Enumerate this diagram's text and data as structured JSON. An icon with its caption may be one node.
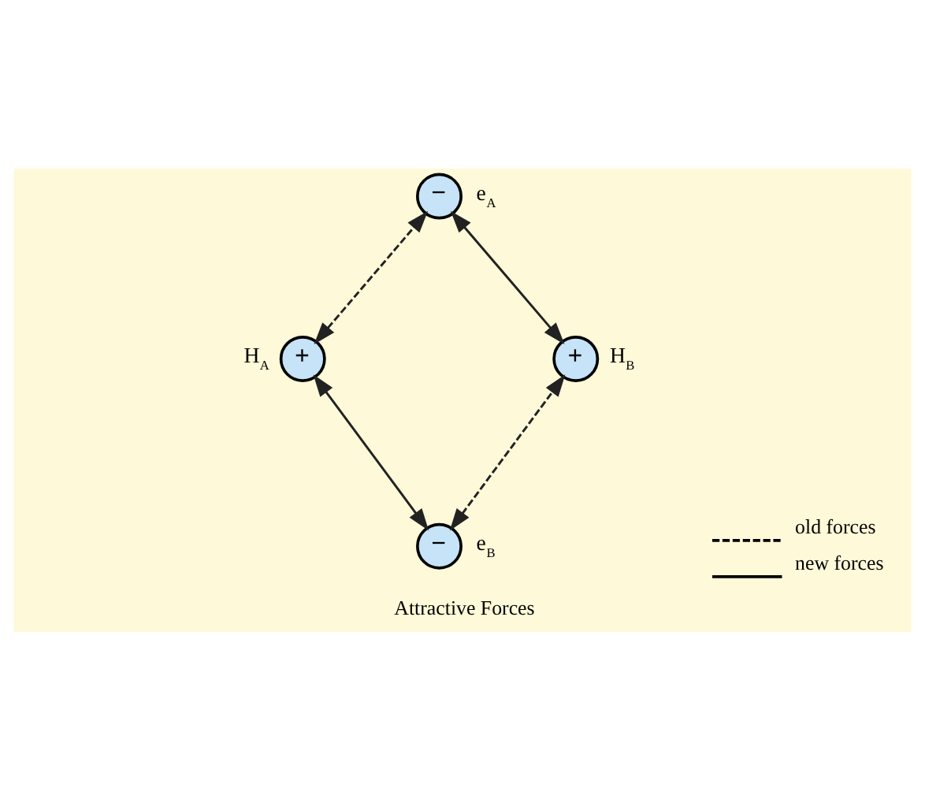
{
  "diagram": {
    "caption": "Attractive Forces",
    "nodes": [
      {
        "text": [
          "−"
        ],
        "beside": [
          "e$_{A}$"
        ]
      },
      {
        "text": [
          "+"
        ],
        "beside": [
          "H$_{A}$"
        ]
      },
      {
        "text": [
          "+"
        ],
        "beside": [
          "H$_{B}$"
        ]
      },
      {
        "text": [
          "−"
        ],
        "beside": [
          "e$_{B}$"
        ]
      }
    ],
    "edges": [
      {
        "from": 1,
        "to": 0,
        "arrow": "both",
        "style": "dashed"
      },
      {
        "from": 0,
        "to": 2,
        "arrow": "both"
      },
      {
        "from": 1,
        "to": 3,
        "arrow": "both"
      },
      {
        "from": 3,
        "to": 2,
        "arrow": "both",
        "style": "dashed"
      }
    ],
    "legend": [
      {
        "text": "old forces"
      },
      {
        "text": "new forces"
      }
    ]
  }
}
